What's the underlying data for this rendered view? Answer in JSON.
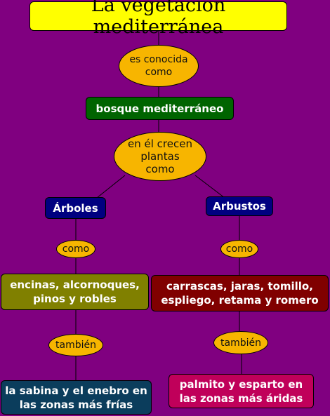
{
  "colors": {
    "background": "#800080",
    "title_fill": "#ffff00",
    "linker_fill": "#f7b500",
    "green": "#006400",
    "navy": "#000080",
    "olive": "#808000",
    "maroon": "#800000",
    "dark_teal": "#0b3d5c",
    "magenta": "#c0005a"
  },
  "title": "La vegetación mediterránea",
  "linker_known_as": "es conocida como",
  "bosque": "bosque mediterráneo",
  "linker_grow": "en él crecen plantas como",
  "arboles": "Árboles",
  "arbustos": "Arbustos",
  "como_left": "como",
  "como_right": "como",
  "arboles_examples": "encinas, alcornoques, pinos y robles",
  "arbustos_examples": "carrascas, jaras, tomillo, espliego, retama y romero",
  "tambien_left": "también",
  "tambien_right": "también",
  "arboles_extra": "la sabina y el enebro en las zonas más frías",
  "arbustos_extra": "palmito y esparto en las zonas más áridas"
}
